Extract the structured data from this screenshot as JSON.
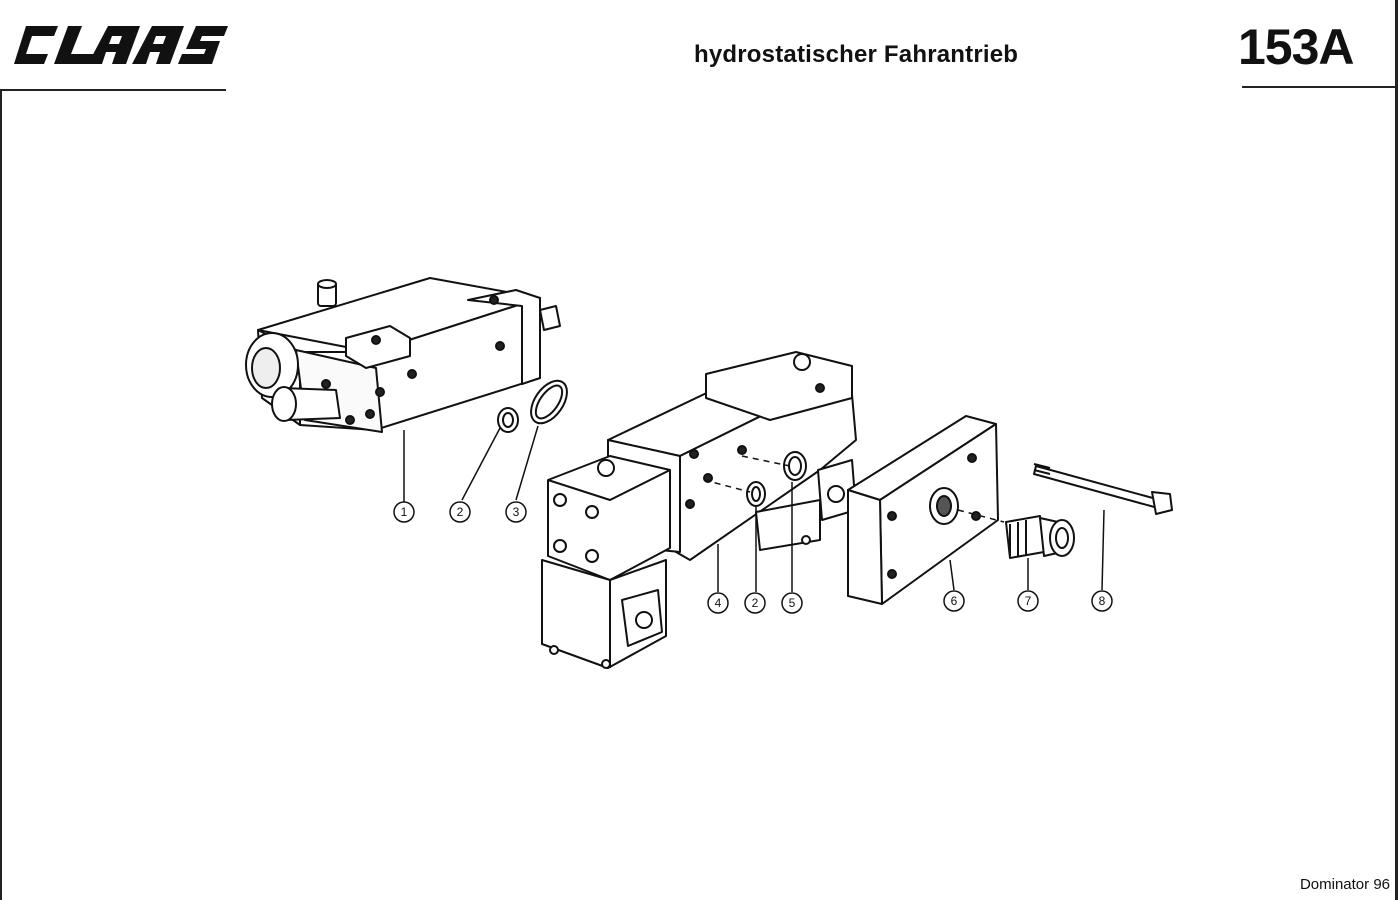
{
  "header": {
    "logo_text": "CLAAS",
    "title": "hydrostatischer Fahrantrieb",
    "page_number": "153A"
  },
  "callouts": {
    "c1": "1",
    "c2a": "2",
    "c3": "3",
    "c4": "4",
    "c2b": "2",
    "c5": "5",
    "c6": "6",
    "c7": "7",
    "c8": "8"
  },
  "footer": {
    "model": "Dominator 96"
  }
}
